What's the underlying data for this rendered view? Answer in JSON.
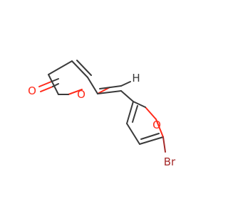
{
  "molecule": {
    "atom_labels": {
      "carbonyl_o": "O",
      "lactone_o": "O",
      "furan_o": "O",
      "vinyl_h": "H",
      "bromine": "Br"
    },
    "colors": {
      "bond": "#3a3a3a",
      "oxygen": "#ff2a1a",
      "bromine": "#a52a2a",
      "background": "#ffffff"
    }
  }
}
